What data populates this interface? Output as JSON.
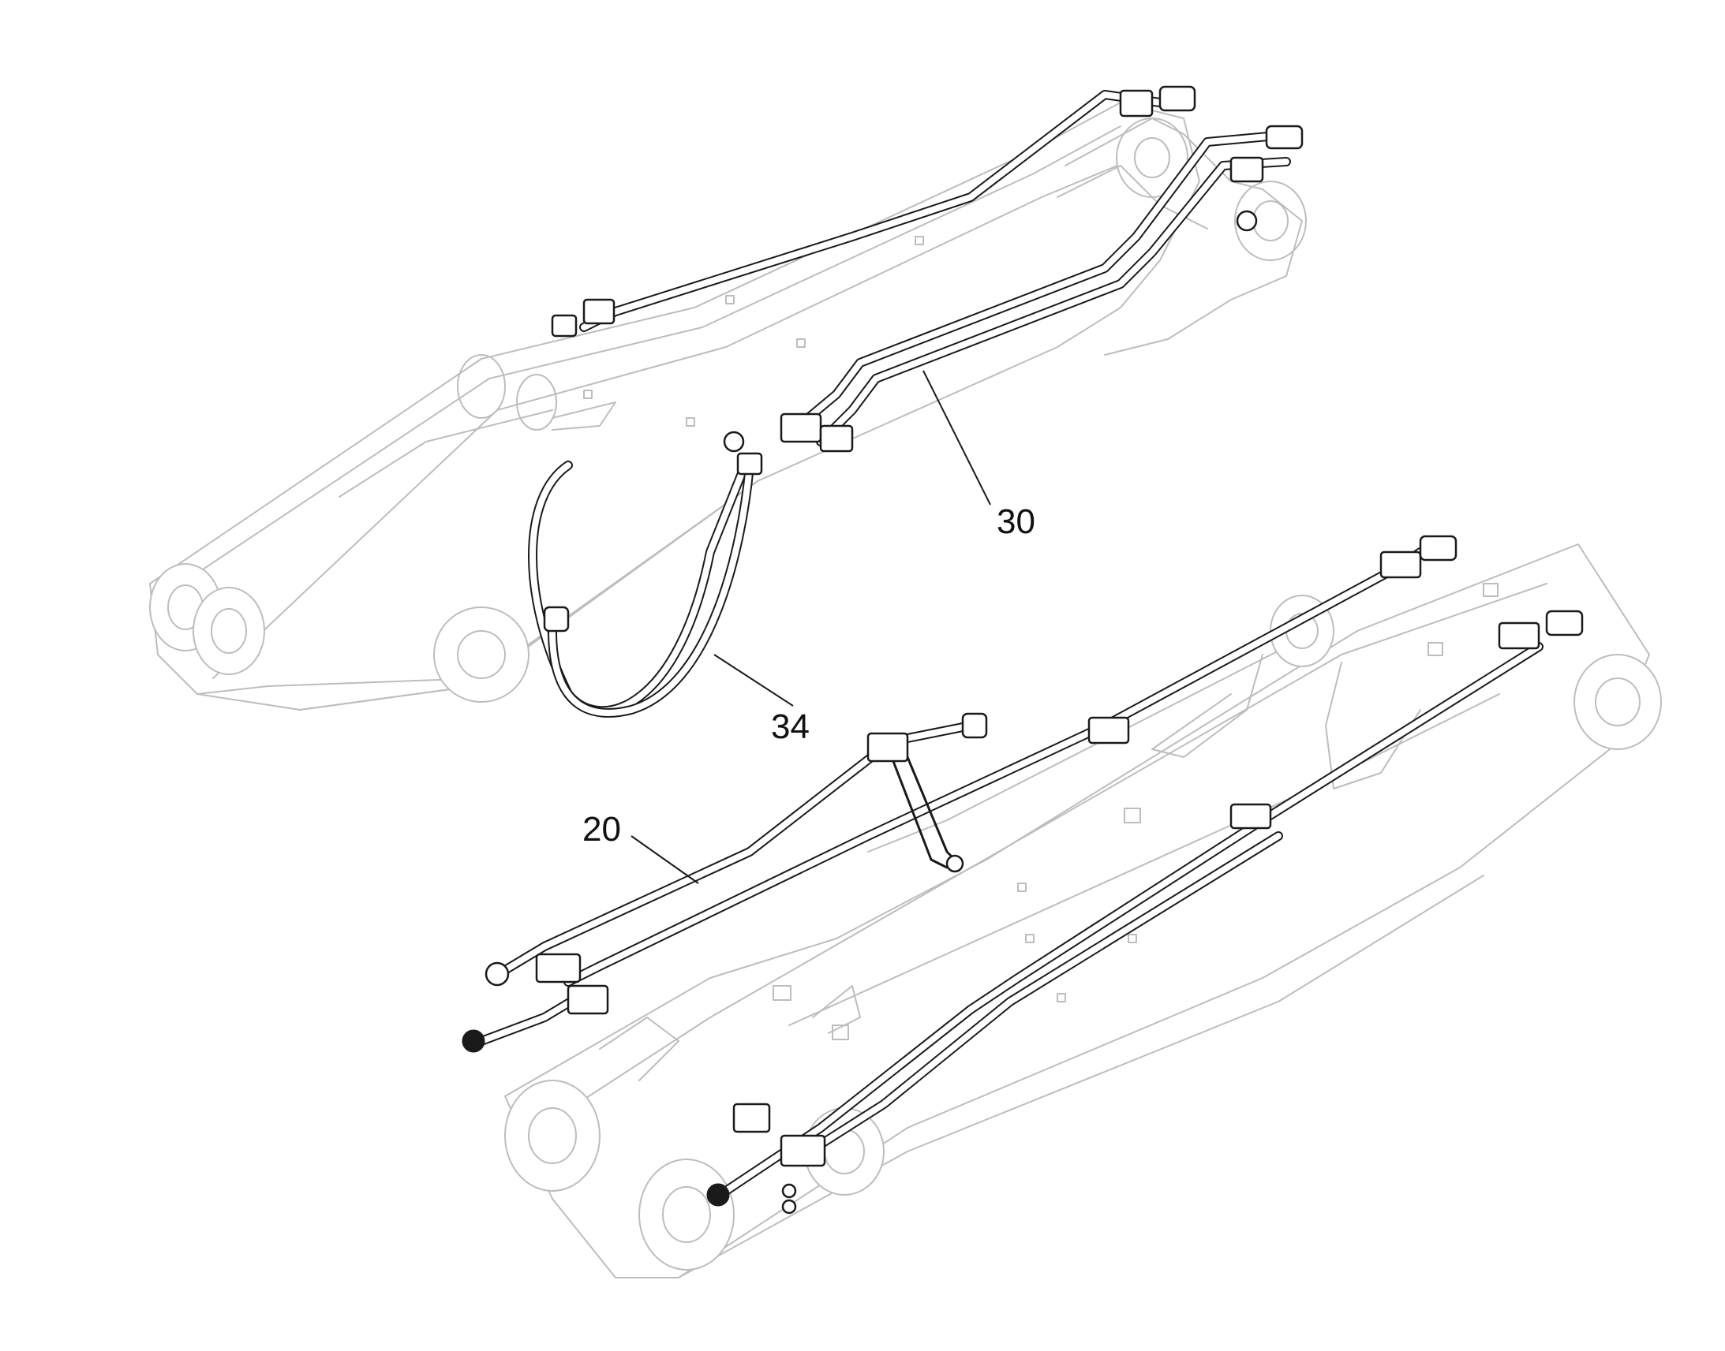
{
  "callouts": [
    {
      "id": "30",
      "label": "30"
    },
    {
      "id": "34",
      "label": "34"
    },
    {
      "id": "20",
      "label": "20"
    }
  ]
}
